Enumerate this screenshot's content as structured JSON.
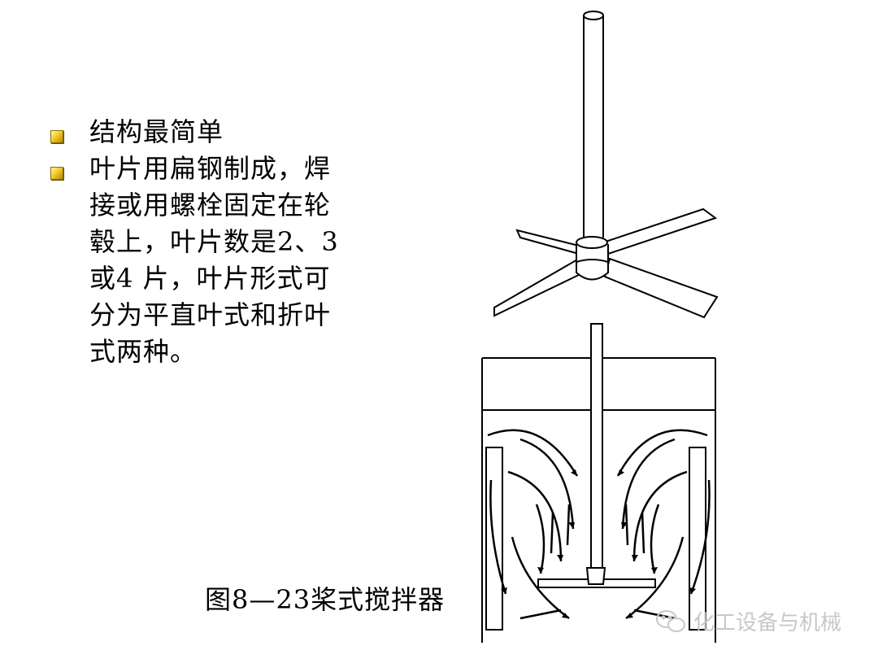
{
  "bullets": [
    {
      "text": "结构最简单"
    },
    {
      "text": "叶片用扁钢制成，焊\n接或用螺栓固定在轮\n毂上，叶片数是2、3\n或4 片，叶片形式可\n分为平直叶式和折叶\n式两种。"
    }
  ],
  "caption": "图8—23桨式搅拌器",
  "watermark": {
    "text": "化工设备与机械",
    "icon": "wechat-icon"
  },
  "colors": {
    "bullet": "#f2cc2a",
    "line": "#000000",
    "watermark": "#c8c8c8"
  }
}
